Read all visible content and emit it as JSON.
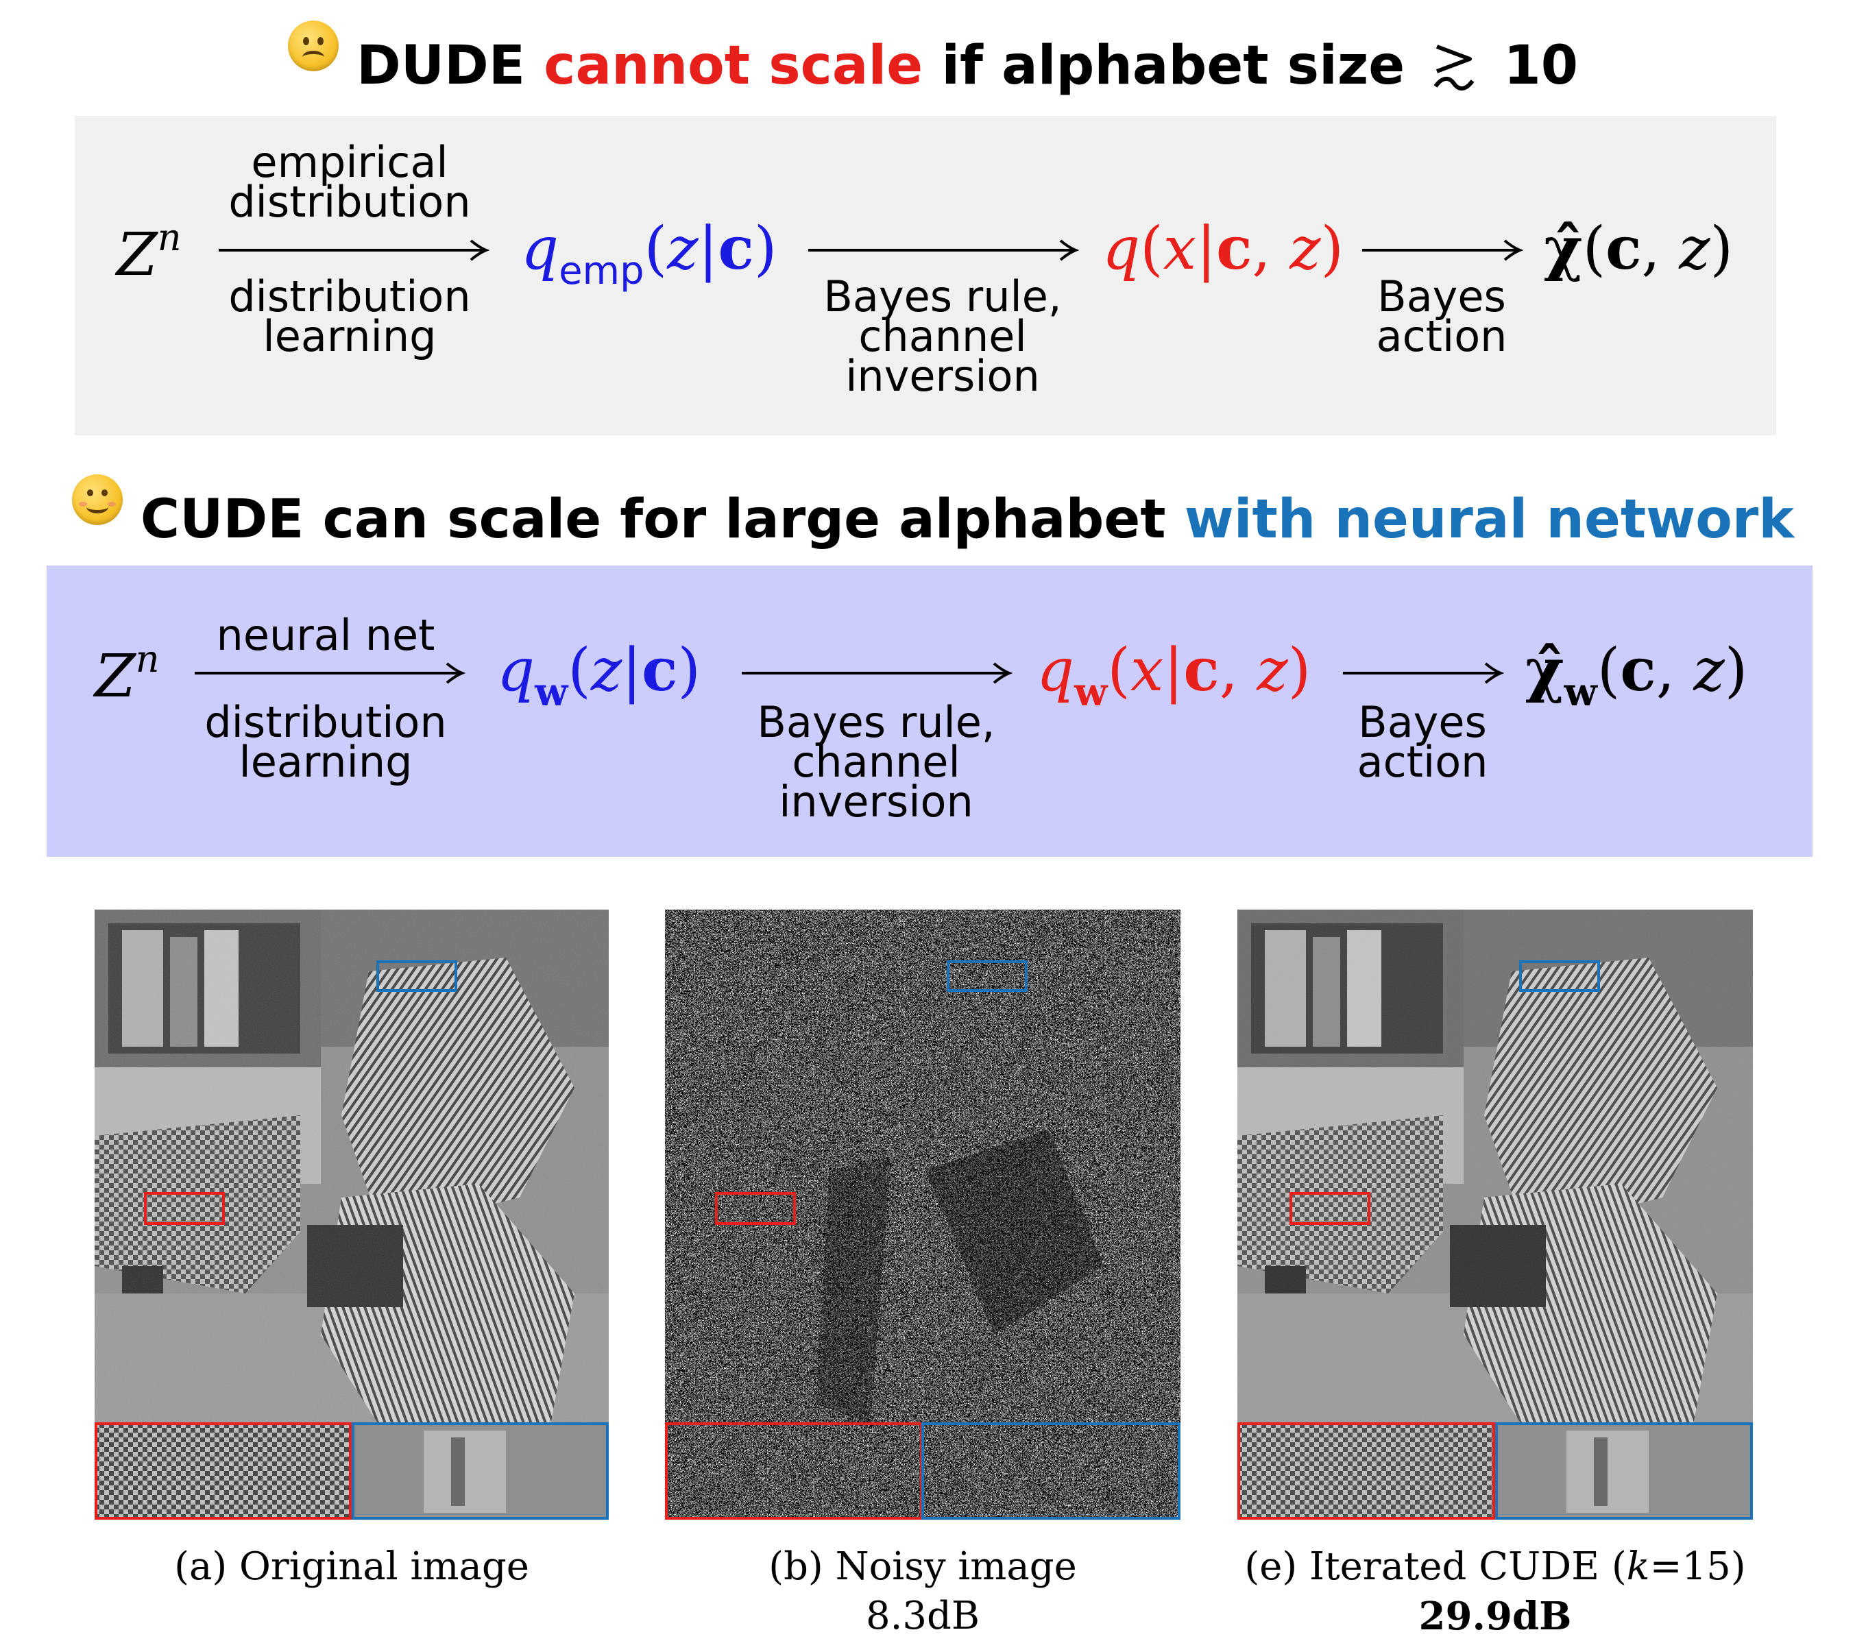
{
  "headline1": {
    "part1": "DUDE",
    "part2_red": "cannot scale",
    "part3": "if alphabet size",
    "relation": "≳",
    "part4": "10"
  },
  "headline2": {
    "part1": "CUDE can scale for large alphabet",
    "part2_blue": "with neural network"
  },
  "colors": {
    "red": "#e8201c",
    "blue_text": "#1a72b8",
    "math_blue": "#1a1ae0",
    "box1_bg": "#f0f0f0",
    "box2_bg": "#ccccfd"
  },
  "diagram1": {
    "start": {
      "base": "Z",
      "sup": "n"
    },
    "arrow1_top": [
      "empirical",
      "distribution"
    ],
    "arrow1_bottom": [
      "distribution",
      "learning"
    ],
    "node1": {
      "q": "q",
      "sub": "emp",
      "open": "(",
      "var": "z",
      "bar": "|",
      "cond": "c",
      "close": ")"
    },
    "arrow2_bottom": [
      "Bayes rule,",
      "channel",
      "inversion"
    ],
    "node2": {
      "q": "q",
      "open": "(",
      "var": "x",
      "bar": "|",
      "cond": "c",
      "comma": ",",
      "var2": "z",
      "close": ")"
    },
    "arrow3_bottom": [
      "Bayes",
      "action"
    ],
    "node3": {
      "chi": "χ̂",
      "open": "(",
      "cond": "c",
      "comma": ",",
      "var2": "z",
      "close": ")"
    }
  },
  "diagram2": {
    "start": {
      "base": "Z",
      "sup": "n"
    },
    "arrow1_top": [
      "neural net"
    ],
    "arrow1_bottom": [
      "distribution",
      "learning"
    ],
    "node1": {
      "q": "q",
      "sub": "w",
      "open": "(",
      "var": "z",
      "bar": "|",
      "cond": "c",
      "close": ")"
    },
    "arrow2_bottom": [
      "Bayes rule,",
      "channel",
      "inversion"
    ],
    "node2": {
      "q": "q",
      "sub": "w",
      "open": "(",
      "var": "x",
      "bar": "|",
      "cond": "c",
      "comma": ",",
      "var2": "z",
      "close": ")"
    },
    "arrow3_bottom": [
      "Bayes",
      "action"
    ],
    "node3": {
      "chi": "χ̂",
      "sub": "w",
      "open": "(",
      "cond": "c",
      "comma": ",",
      "var2": "z",
      "close": ")"
    }
  },
  "figures": [
    {
      "caption": [
        "(a) Original image"
      ],
      "caption_bold": ""
    },
    {
      "caption": [
        "(b) Noisy image",
        "8.3dB"
      ],
      "caption_bold": ""
    },
    {
      "caption_prefix": "(e) Iterated CUDE (",
      "caption_k": "k",
      "caption_suffix": "=15)",
      "caption_bold": "29.9dB"
    }
  ]
}
